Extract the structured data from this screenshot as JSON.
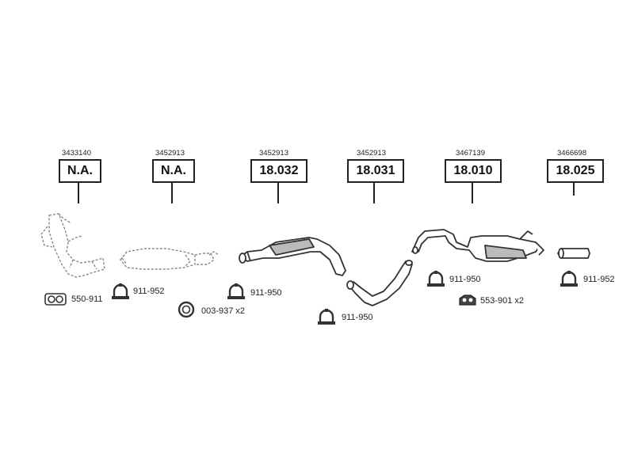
{
  "parts": [
    {
      "ref": "3433140",
      "code": "N.A."
    },
    {
      "ref": "3452913",
      "code": "N.A."
    },
    {
      "ref": "3452913",
      "code": "18.032"
    },
    {
      "ref": "3452913",
      "code": "18.031"
    },
    {
      "ref": "3467139",
      "code": "18.010"
    },
    {
      "ref": "3466698",
      "code": "18.025"
    }
  ],
  "accessories": [
    {
      "label": "550-911",
      "icon": "gasket-ring-pair-icon"
    },
    {
      "label": "911-952",
      "icon": "pipe-clamp-icon"
    },
    {
      "label": "911-950",
      "icon": "pipe-clamp-icon"
    },
    {
      "label": "003-937 x2",
      "icon": "sealing-ring-icon"
    },
    {
      "label": "911-950",
      "icon": "pipe-clamp-icon"
    },
    {
      "label": "911-950",
      "icon": "pipe-clamp-icon"
    },
    {
      "label": "553-901 x2",
      "icon": "rubber-mount-icon"
    },
    {
      "label": "911-952",
      "icon": "pipe-clamp-icon"
    }
  ]
}
